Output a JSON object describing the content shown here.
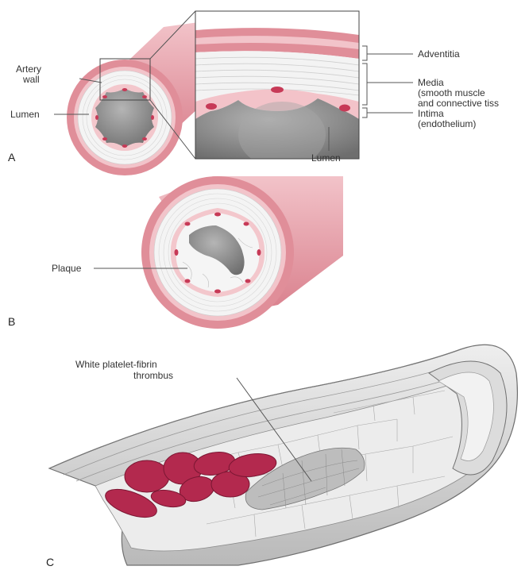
{
  "panels": {
    "a": "A",
    "b": "B",
    "c": "C"
  },
  "labels": {
    "artery_wall_1": "Artery",
    "artery_wall_2": "wall",
    "lumen_a": "Lumen",
    "lumen_zoom": "Lumen",
    "adventitia": "Adventitia",
    "media_1": "Media",
    "media_2": "(smooth muscle",
    "media_3": "and connective tiss",
    "intima_1": "Intima",
    "intima_2": "(endothelium)",
    "plaque": "Plaque",
    "thrombus_1": "White platelet-fibrin",
    "thrombus_2": "thrombus"
  },
  "colors": {
    "outer_pink": "#e4959f",
    "light_pink": "#f4cdd1",
    "media_white": "#f3f3f3",
    "media_line": "#c9c9c9",
    "cell_red": "#c73a57",
    "lumen_gray": "#8a8a8a",
    "plaque_white": "#f6f6f6",
    "rbc": "#b3294e",
    "vessel_gray": "#d9d9d9"
  }
}
